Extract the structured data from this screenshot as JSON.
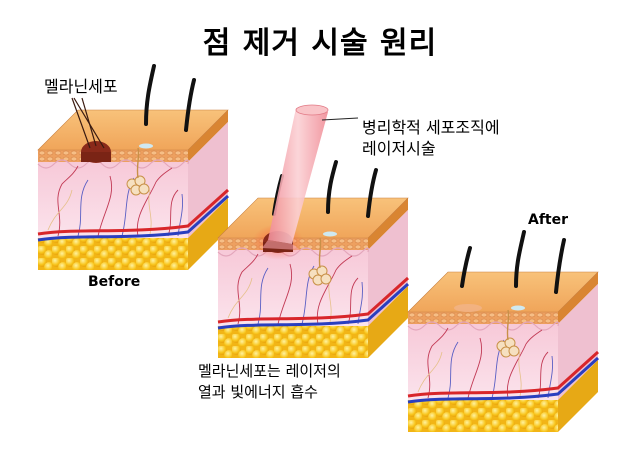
{
  "title": "점 제거 시술 원리",
  "labels": {
    "melanocyte": "멜라닌세포",
    "laser_line1": "병리학적 세포조직에",
    "laser_line2": "레이저시술",
    "before": "Before",
    "after": "After",
    "absorb_line1": "멜라닌세포는 레이저의",
    "absorb_line2": "열과 빛에너지 흡수"
  },
  "colors": {
    "epidermis_top": "#f5b060",
    "epidermis_side": "#e08a3a",
    "dermis": "#f9d8e4",
    "fat": "#f7c21a",
    "melanin_spot": "#8a2a1a",
    "laser_beam": "#f4a0a6",
    "artery": "#d8262a",
    "vein": "#2a3fbf"
  }
}
